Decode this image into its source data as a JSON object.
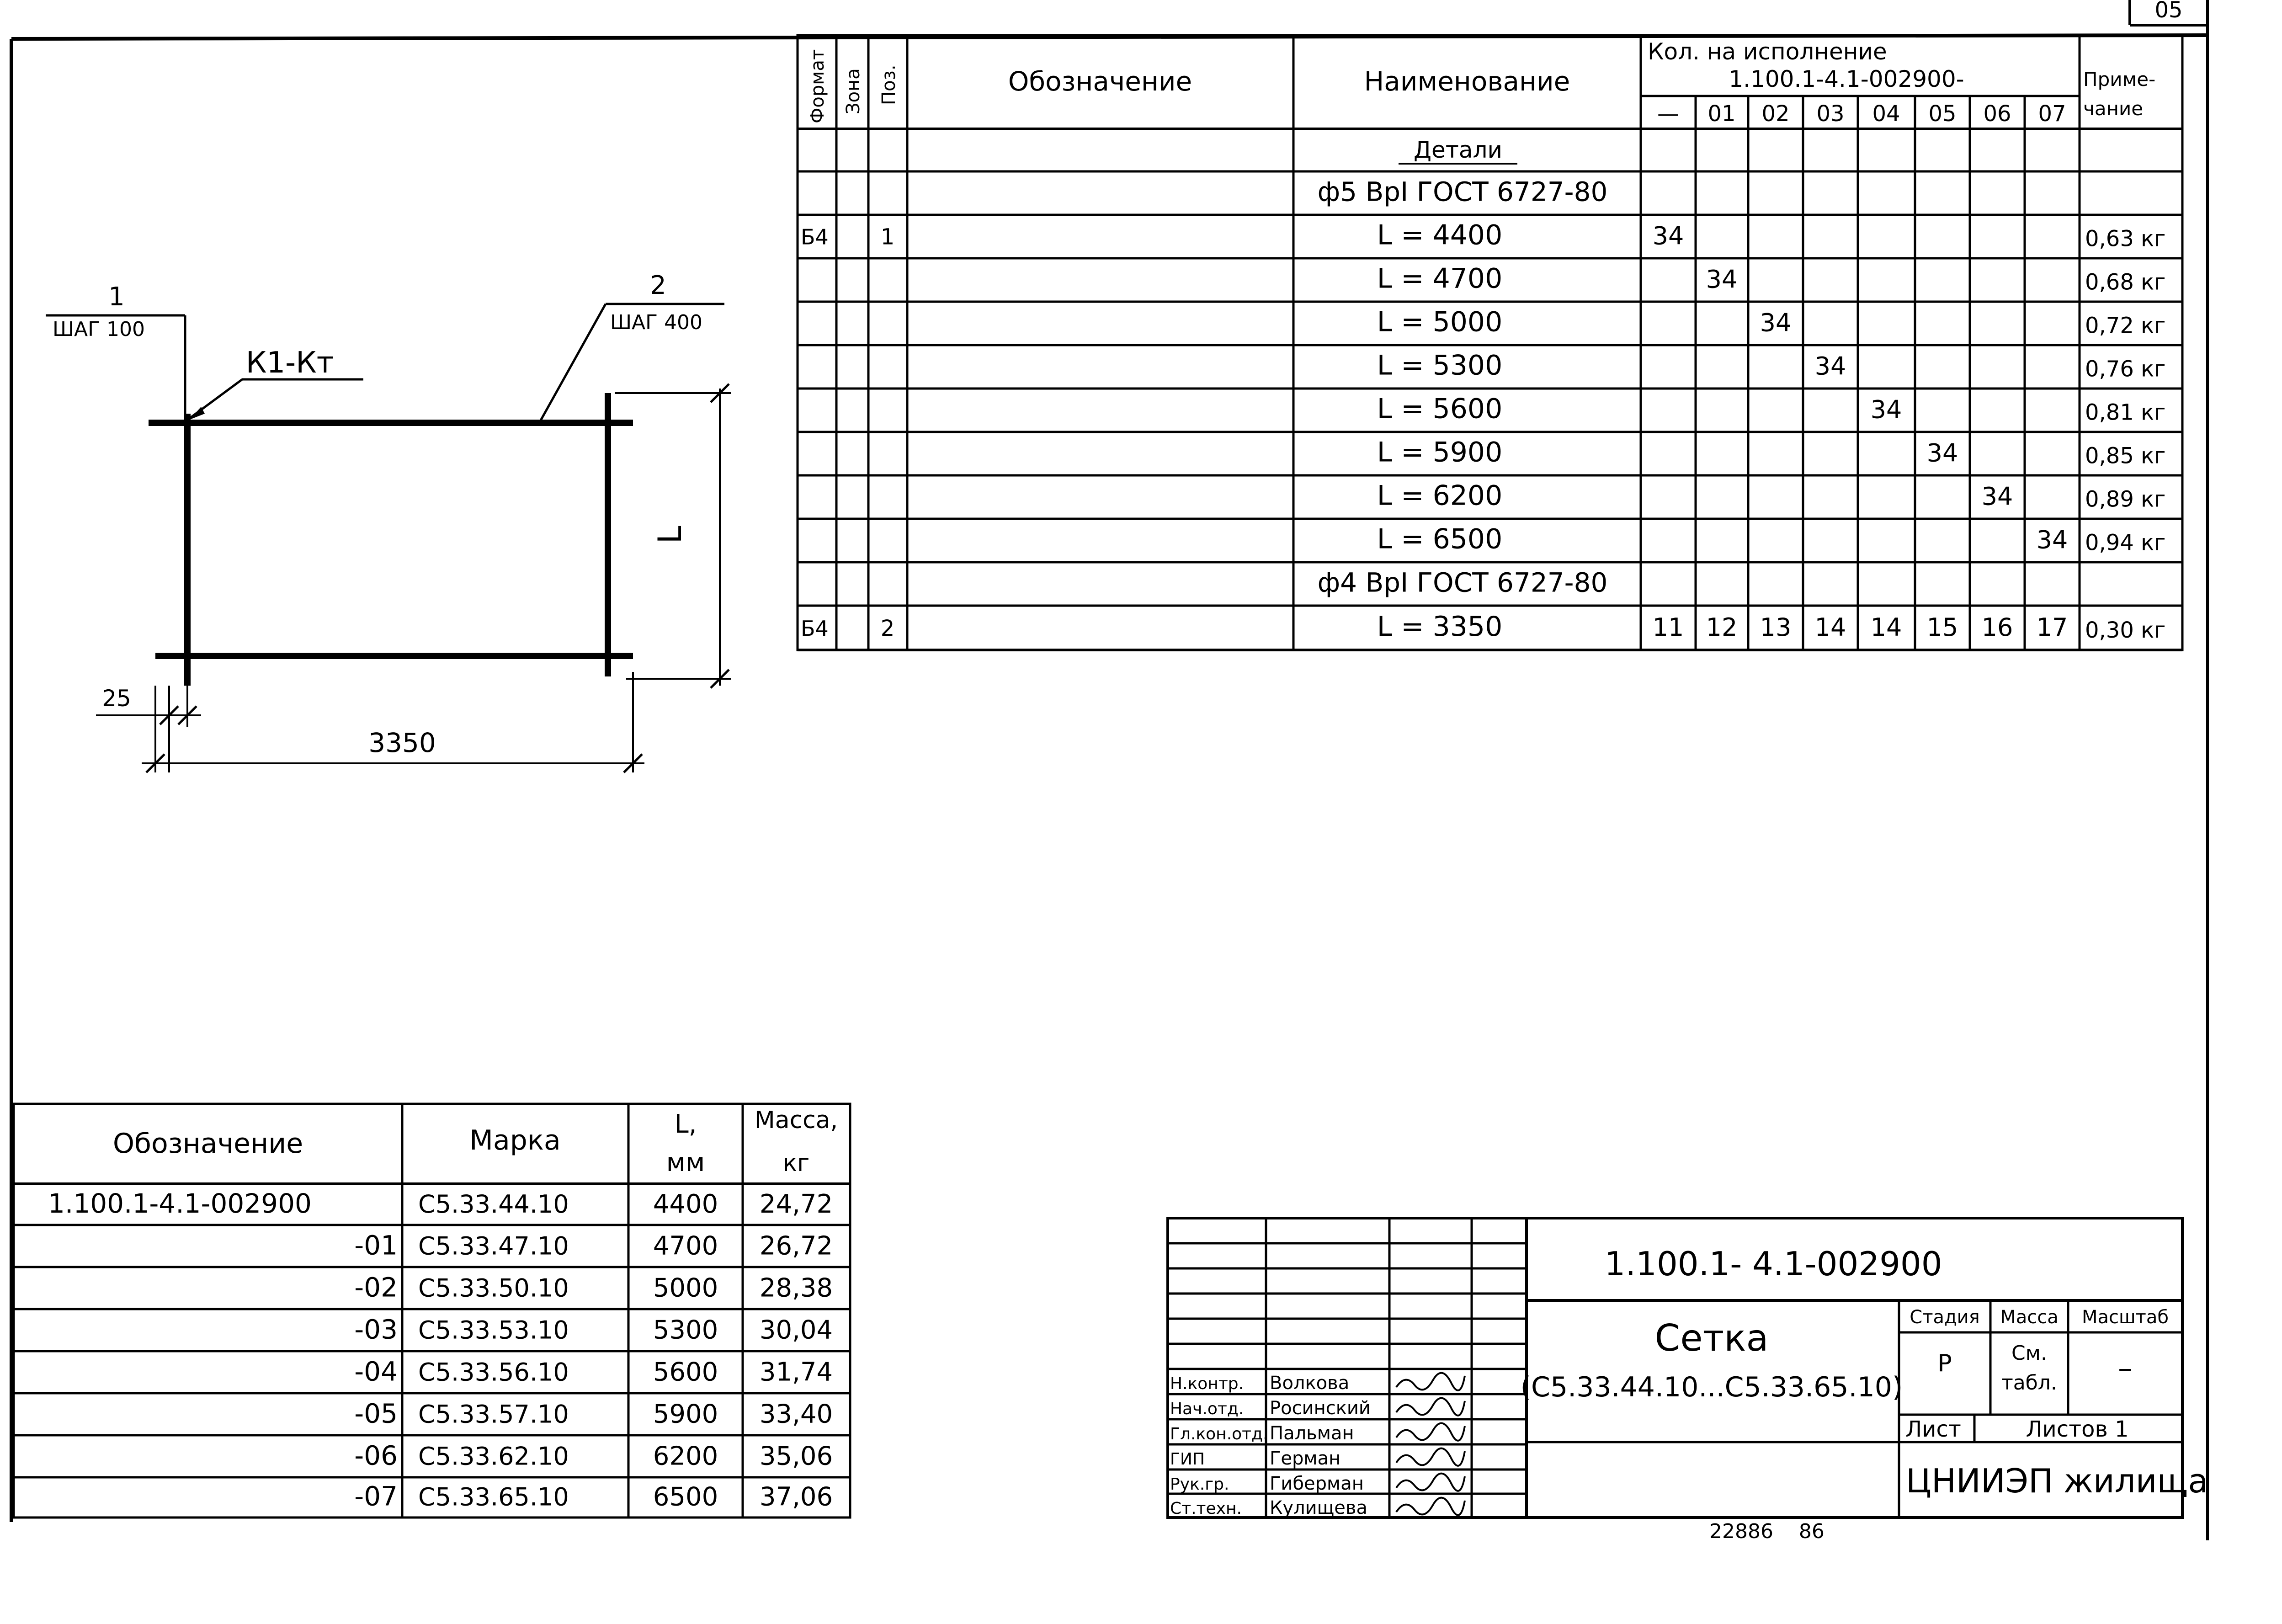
{
  "corner_number": "05",
  "spec": {
    "headers": {
      "format": "Формат",
      "zone": "Зона",
      "pos": "Поз.",
      "designation": "Обозначение",
      "name": "Наименование",
      "qty_title": "Кол. на исполнение",
      "qty_doc": "1.100.1-4.1-002900-",
      "note": "Приме-\nчание",
      "variants": [
        "—",
        "01",
        "02",
        "03",
        "04",
        "05",
        "06",
        "07"
      ]
    },
    "rows": [
      {
        "format": "",
        "pos": "",
        "name": "Детали",
        "qty": [
          "",
          "",
          "",
          "",
          "",
          "",
          "",
          ""
        ],
        "note": ""
      },
      {
        "format": "",
        "pos": "",
        "name": "ф5 ВрI ГОСТ 6727-80",
        "qty": [
          "",
          "",
          "",
          "",
          "",
          "",
          "",
          ""
        ],
        "note": ""
      },
      {
        "format": "Б4",
        "pos": "1",
        "name": "L = 4400",
        "qty": [
          "34",
          "",
          "",
          "",
          "",
          "",
          "",
          ""
        ],
        "note": "0,63 кг"
      },
      {
        "format": "",
        "pos": "",
        "name": "L = 4700",
        "qty": [
          "",
          "34",
          "",
          "",
          "",
          "",
          "",
          ""
        ],
        "note": "0,68 кг"
      },
      {
        "format": "",
        "pos": "",
        "name": "L = 5000",
        "qty": [
          "",
          "",
          "34",
          "",
          "",
          "",
          "",
          ""
        ],
        "note": "0,72 кг"
      },
      {
        "format": "",
        "pos": "",
        "name": "L = 5300",
        "qty": [
          "",
          "",
          "",
          "34",
          "",
          "",
          "",
          ""
        ],
        "note": "0,76 кг"
      },
      {
        "format": "",
        "pos": "",
        "name": "L = 5600",
        "qty": [
          "",
          "",
          "",
          "",
          "34",
          "",
          "",
          ""
        ],
        "note": "0,81 кг"
      },
      {
        "format": "",
        "pos": "",
        "name": "L = 5900",
        "qty": [
          "",
          "",
          "",
          "",
          "",
          "34",
          "",
          ""
        ],
        "note": "0,85 кг"
      },
      {
        "format": "",
        "pos": "",
        "name": "L = 6200",
        "qty": [
          "",
          "",
          "",
          "",
          "",
          "",
          "34",
          ""
        ],
        "note": "0,89 кг"
      },
      {
        "format": "",
        "pos": "",
        "name": "L = 6500",
        "qty": [
          "",
          "",
          "",
          "",
          "",
          "",
          "",
          "34"
        ],
        "note": "0,94 кг"
      },
      {
        "format": "",
        "pos": "",
        "name": "ф4 ВрI ГОСТ 6727-80",
        "qty": [
          "",
          "",
          "",
          "",
          "",
          "",
          "",
          ""
        ],
        "note": ""
      },
      {
        "format": "Б4",
        "pos": "2",
        "name": "L = 3350",
        "qty": [
          "11",
          "12",
          "13",
          "14",
          "14",
          "15",
          "16",
          "17"
        ],
        "note": "0,30 кг"
      }
    ]
  },
  "drawing": {
    "leader1_num": "1",
    "leader1_step": "ШАГ 100",
    "leader2_num": "2",
    "leader2_step": "ШАГ 400",
    "weld_label": "К1-Кт",
    "dim_height": "L",
    "dim_offset": "25",
    "dim_width": "3350"
  },
  "marks_table": {
    "headers": [
      "Обозначение",
      "Марка",
      "L,\nмм",
      "Масса,\nкг"
    ],
    "rows": [
      [
        "1.100.1-4.1-002900",
        "С5.33.44.10",
        "4400",
        "24,72"
      ],
      [
        "-01",
        "С5.33.47.10",
        "4700",
        "26,72"
      ],
      [
        "-02",
        "С5.33.50.10",
        "5000",
        "28,38"
      ],
      [
        "-03",
        "С5.33.53.10",
        "5300",
        "30,04"
      ],
      [
        "-04",
        "С5.33.56.10",
        "5600",
        "31,74"
      ],
      [
        "-05",
        "С5.33.57.10",
        "5900",
        "33,40"
      ],
      [
        "-06",
        "С5.33.62.10",
        "6200",
        "35,06"
      ],
      [
        "-07",
        "С5.33.65.10",
        "6500",
        "37,06"
      ]
    ]
  },
  "title_block": {
    "doc_number": "1.100.1- 4.1-002900",
    "title": "Сетка",
    "subtitle": "(С5.33.44.10...С5.33.65.10)",
    "stage_label": "Стадия",
    "mass_label": "Масса",
    "scale_label": "Масштаб",
    "stage_value": "Р",
    "mass_value": "См.\nтабл.",
    "scale_value": "–",
    "sheet_label": "Лист",
    "sheets_label": "Листов 1",
    "org": "ЦНИИЭП жилища",
    "staff": [
      {
        "role": "Н.контр.",
        "name": "Волкова"
      },
      {
        "role": "Нач.отд.",
        "name": "Росинский"
      },
      {
        "role": "Гл.кон.отд.",
        "name": "Пальман"
      },
      {
        "role": "ГИП",
        "name": "Герман"
      },
      {
        "role": "Рук.гр.",
        "name": "Гиберман"
      },
      {
        "role": "Ст.техн.",
        "name": "Кулищева"
      }
    ]
  },
  "footer_stamp": "22886    86"
}
